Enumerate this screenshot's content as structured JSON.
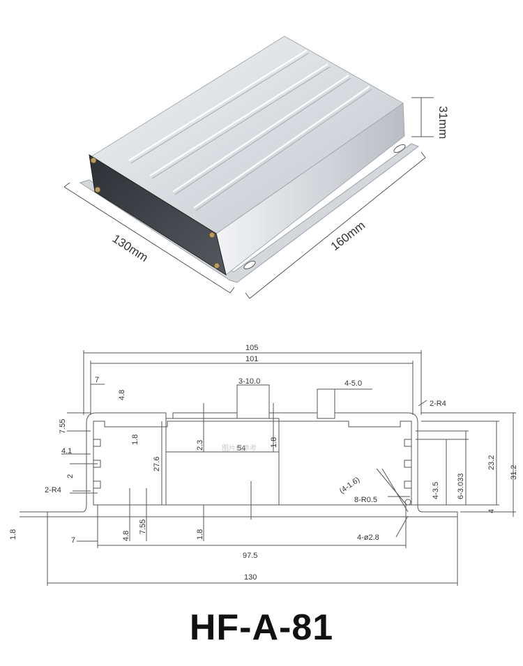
{
  "product_view": {
    "dim_height": "31mm",
    "dim_width": "130mm",
    "dim_length": "160mm"
  },
  "drawing": {
    "overall_top": "105",
    "inner_top": "101",
    "slots_top": "3-10.0",
    "ribs_top": "4-5.0",
    "corner_radius_top": "2-R4",
    "left_7_top": "7",
    "left_4_8_top": "4.8",
    "left_7_55_top": "7.55",
    "left_1_8_inner": "1.8",
    "left_4_1": "4.1",
    "left_2": "2",
    "center_2_3": "2.3",
    "center_54": "54",
    "center_1_8": "1.8",
    "height_27_6": "27.6",
    "corner_radius_bottom": "2-R4",
    "base_1_8_left": "1.8",
    "bottom_7": "7",
    "bottom_4_8": "4.8",
    "bottom_7_55": "7.55",
    "bottom_1_8": "1.8",
    "span_97_5": "97.5",
    "overall_130": "130",
    "hole_slots": "(4-1.6)",
    "inner_radius": "8-R0.5",
    "holes": "4-ø2.8",
    "right_4_3_5": "4-3.5",
    "right_6_3_033": "6-3.033",
    "right_23_2": "23.2",
    "right_31_2": "31.2",
    "right_4": "4",
    "watermark": "图​片​供​参​考"
  },
  "model_name": "HF-A-81",
  "colors": {
    "metal_light": "#e9ebee",
    "metal_mid": "#cfd3d8",
    "metal_dark": "#3d4046",
    "line": "#555555"
  }
}
